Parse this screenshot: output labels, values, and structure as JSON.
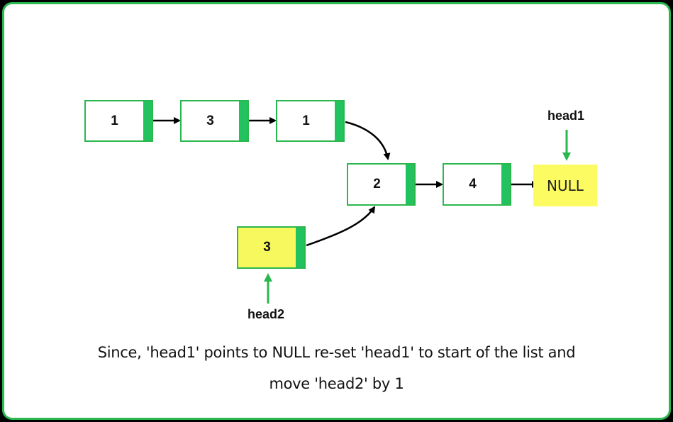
{
  "list_nodes": [
    {
      "id": "n1",
      "value": "1"
    },
    {
      "id": "n2",
      "value": "3"
    },
    {
      "id": "n3",
      "value": "1"
    },
    {
      "id": "n4",
      "value": "2"
    },
    {
      "id": "n5",
      "value": "4"
    }
  ],
  "head2_node": {
    "value": "3"
  },
  "null_label": "NULL",
  "pointers": {
    "head1": "head1",
    "head2": "head2"
  },
  "caption": {
    "line1": "Since, 'head1' points to NULL re-set 'head1' to start of the list and",
    "line2": "move 'head2' by 1"
  },
  "colors": {
    "frame": "#2bb74f",
    "node_tail": "#22c35e",
    "highlight": "#f6f85e",
    "pointer_arrow": "#2bb74f"
  }
}
